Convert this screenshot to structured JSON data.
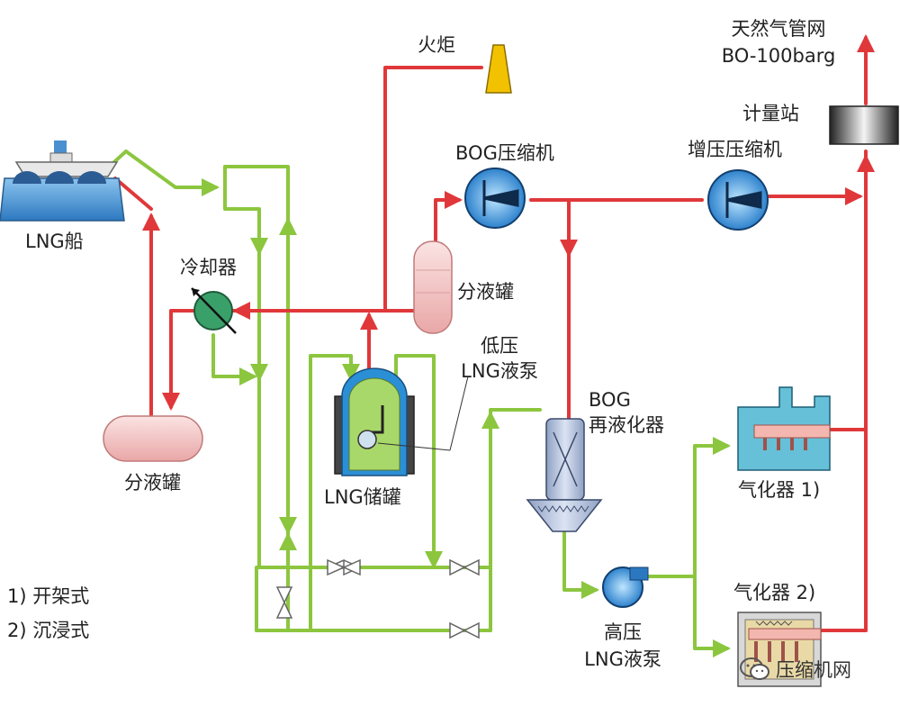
{
  "labels": {
    "ship": "LNG船",
    "cooler": "冷却器",
    "separator_left": "分液罐",
    "separator_center": "分液罐",
    "flare": "火炬",
    "bog_compressor": "BOG压缩机",
    "booster_compressor": "增压压缩机",
    "gas_grid_line1": "天然气管网",
    "gas_grid_line2": "BO-100barg",
    "metering_station": "计量站",
    "lp_pump_line1": "低压",
    "lp_pump_line2": "LNG液泵",
    "storage_tank": "LNG储罐",
    "reliquefier_line1": "BOG",
    "reliquefier_line2": "再液化器",
    "hp_pump_line1": "高压",
    "hp_pump_line2": "LNG液泵",
    "vaporizer1": "气化器 1)",
    "vaporizer2": "气化器 2)",
    "note1": "1) 开架式",
    "note2": "2) 沉浸式"
  },
  "watermark": {
    "text": "压缩机网",
    "icon": "wechat-icon"
  },
  "colors": {
    "gas_line": "#e0383a",
    "liquid_line": "#8cc63f",
    "equipment_blue": "#2c8fd6",
    "flare_yellow": "#f2c200",
    "separator_pink": "#f6c9c9"
  }
}
